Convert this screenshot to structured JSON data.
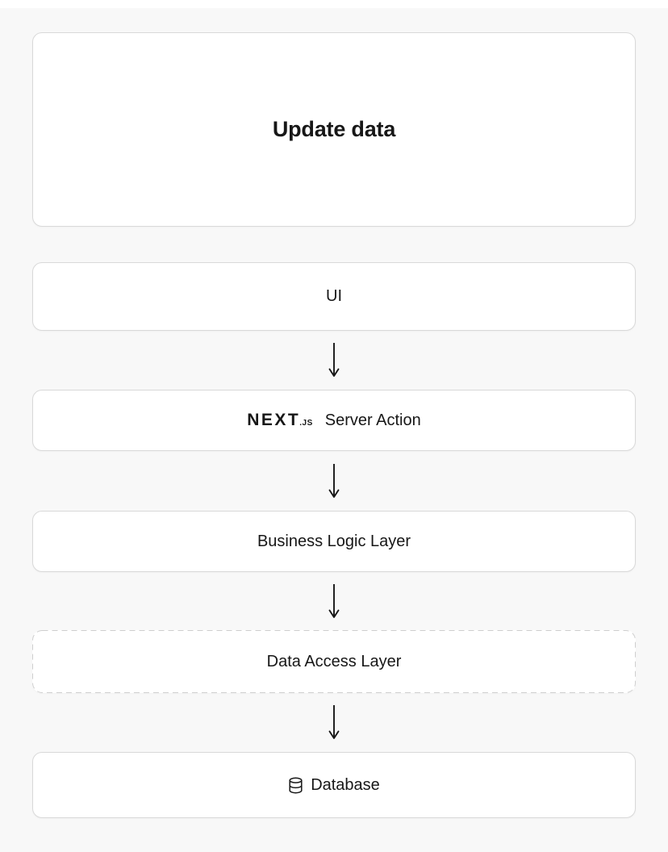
{
  "page": {
    "background_color": "#f8f8f8",
    "card_background": "#ffffff",
    "card_border_color": "#d9d9d9",
    "text_color": "#171717"
  },
  "title_card": {
    "label": "Update data"
  },
  "diagram": {
    "connector_icon": "arrow-down-icon",
    "nodes": [
      {
        "label": "UI"
      },
      {
        "brand": "NEXT",
        "brand_suffix": ".JS",
        "label": "Server Action"
      },
      {
        "label": "Business Logic Layer"
      },
      {
        "label": "Data Access Layer",
        "border_style": "dashed"
      },
      {
        "label": "Database",
        "icon": "database-icon"
      }
    ]
  }
}
